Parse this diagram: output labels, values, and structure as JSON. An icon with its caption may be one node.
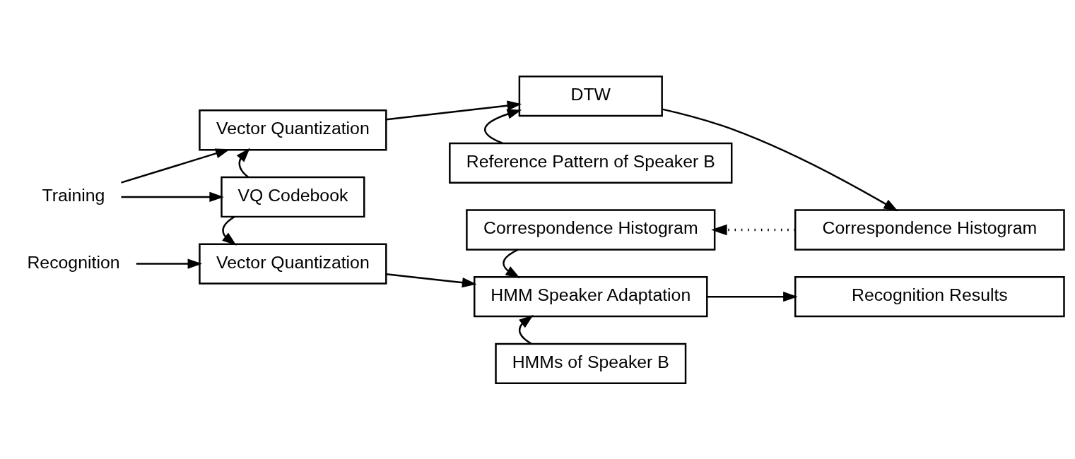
{
  "diagram": {
    "nodes": [
      {
        "text": [
          "Training"
        ]
      },
      {
        "text": [
          "Vector Quantization"
        ]
      },
      {
        "text": [
          "DTW"
        ]
      },
      {
        "text": [
          "Correspondence Histogram"
        ]
      },
      {
        "text": [
          "Reference Pattern of Speaker B"
        ]
      },
      {
        "text": [
          "VQ Codebook"
        ]
      },
      {
        "text": [
          "Correspondence Histogram"
        ]
      },
      {
        "text": [
          "Recognition"
        ]
      },
      {
        "text": [
          "Vector Quantization"
        ]
      },
      {
        "text": [
          "HMM Speaker Adaptation"
        ]
      },
      {
        "text": [
          "Recognition Results"
        ]
      },
      {
        "text": [
          "HMMs of Speaker B"
        ]
      }
    ],
    "edges": [
      {
        "from": 0,
        "to": 1,
        "arrow": "to"
      },
      {
        "from": 0,
        "to": 5,
        "arrow": "to"
      },
      {
        "from": 5,
        "to": 1,
        "arrow": "to"
      },
      {
        "from": 1,
        "to": 2,
        "arrow": "to"
      },
      {
        "from": 2,
        "to": 3,
        "arrow": "to"
      },
      {
        "from": 4,
        "to": 2,
        "arrow": "to"
      },
      {
        "from": 3,
        "to": 6,
        "arrow": "to",
        "style": "dashed"
      },
      {
        "from": 5,
        "to": 8,
        "arrow": "to"
      },
      {
        "from": 7,
        "to": 8,
        "arrow": "to"
      },
      {
        "from": 8,
        "to": 9,
        "arrow": "to"
      },
      {
        "from": 6,
        "to": 9,
        "arrow": "to"
      },
      {
        "from": 9,
        "to": 10,
        "arrow": "to"
      },
      {
        "from": 11,
        "to": 9,
        "arrow": "to"
      }
    ]
  }
}
